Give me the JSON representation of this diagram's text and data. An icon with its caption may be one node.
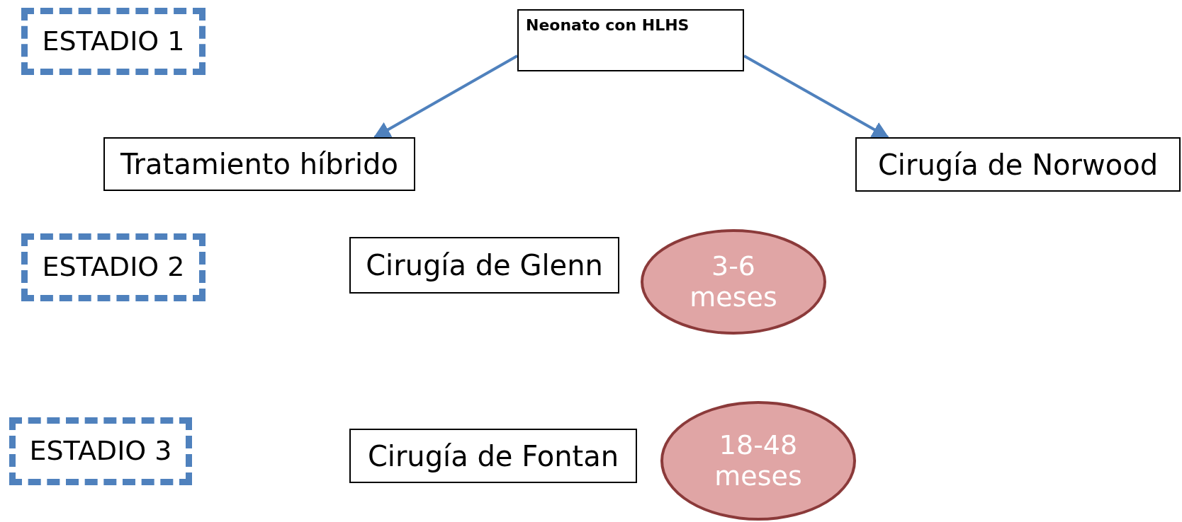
{
  "diagram": {
    "nodes": [
      {
        "text": [
          "ESTADIO 1"
        ]
      },
      {
        "text": [
          "Neonato con HLHS"
        ]
      },
      {
        "text": [
          "Tratamiento híbrido"
        ]
      },
      {
        "text": [
          "Cirugía de Norwood"
        ]
      },
      {
        "text": [
          "ESTADIO 2"
        ]
      },
      {
        "text": [
          "Cirugía de Glenn"
        ]
      },
      {
        "text": [
          "3-6 meses"
        ]
      },
      {
        "text": [
          "ESTADIO 3"
        ]
      },
      {
        "text": [
          "Cirugía de Fontan"
        ]
      },
      {
        "text": [
          "18-48 meses"
        ]
      }
    ],
    "edges": [
      {
        "from": 1,
        "to": 2,
        "arrow": "to"
      },
      {
        "from": 1,
        "to": 3,
        "arrow": "to"
      }
    ]
  }
}
